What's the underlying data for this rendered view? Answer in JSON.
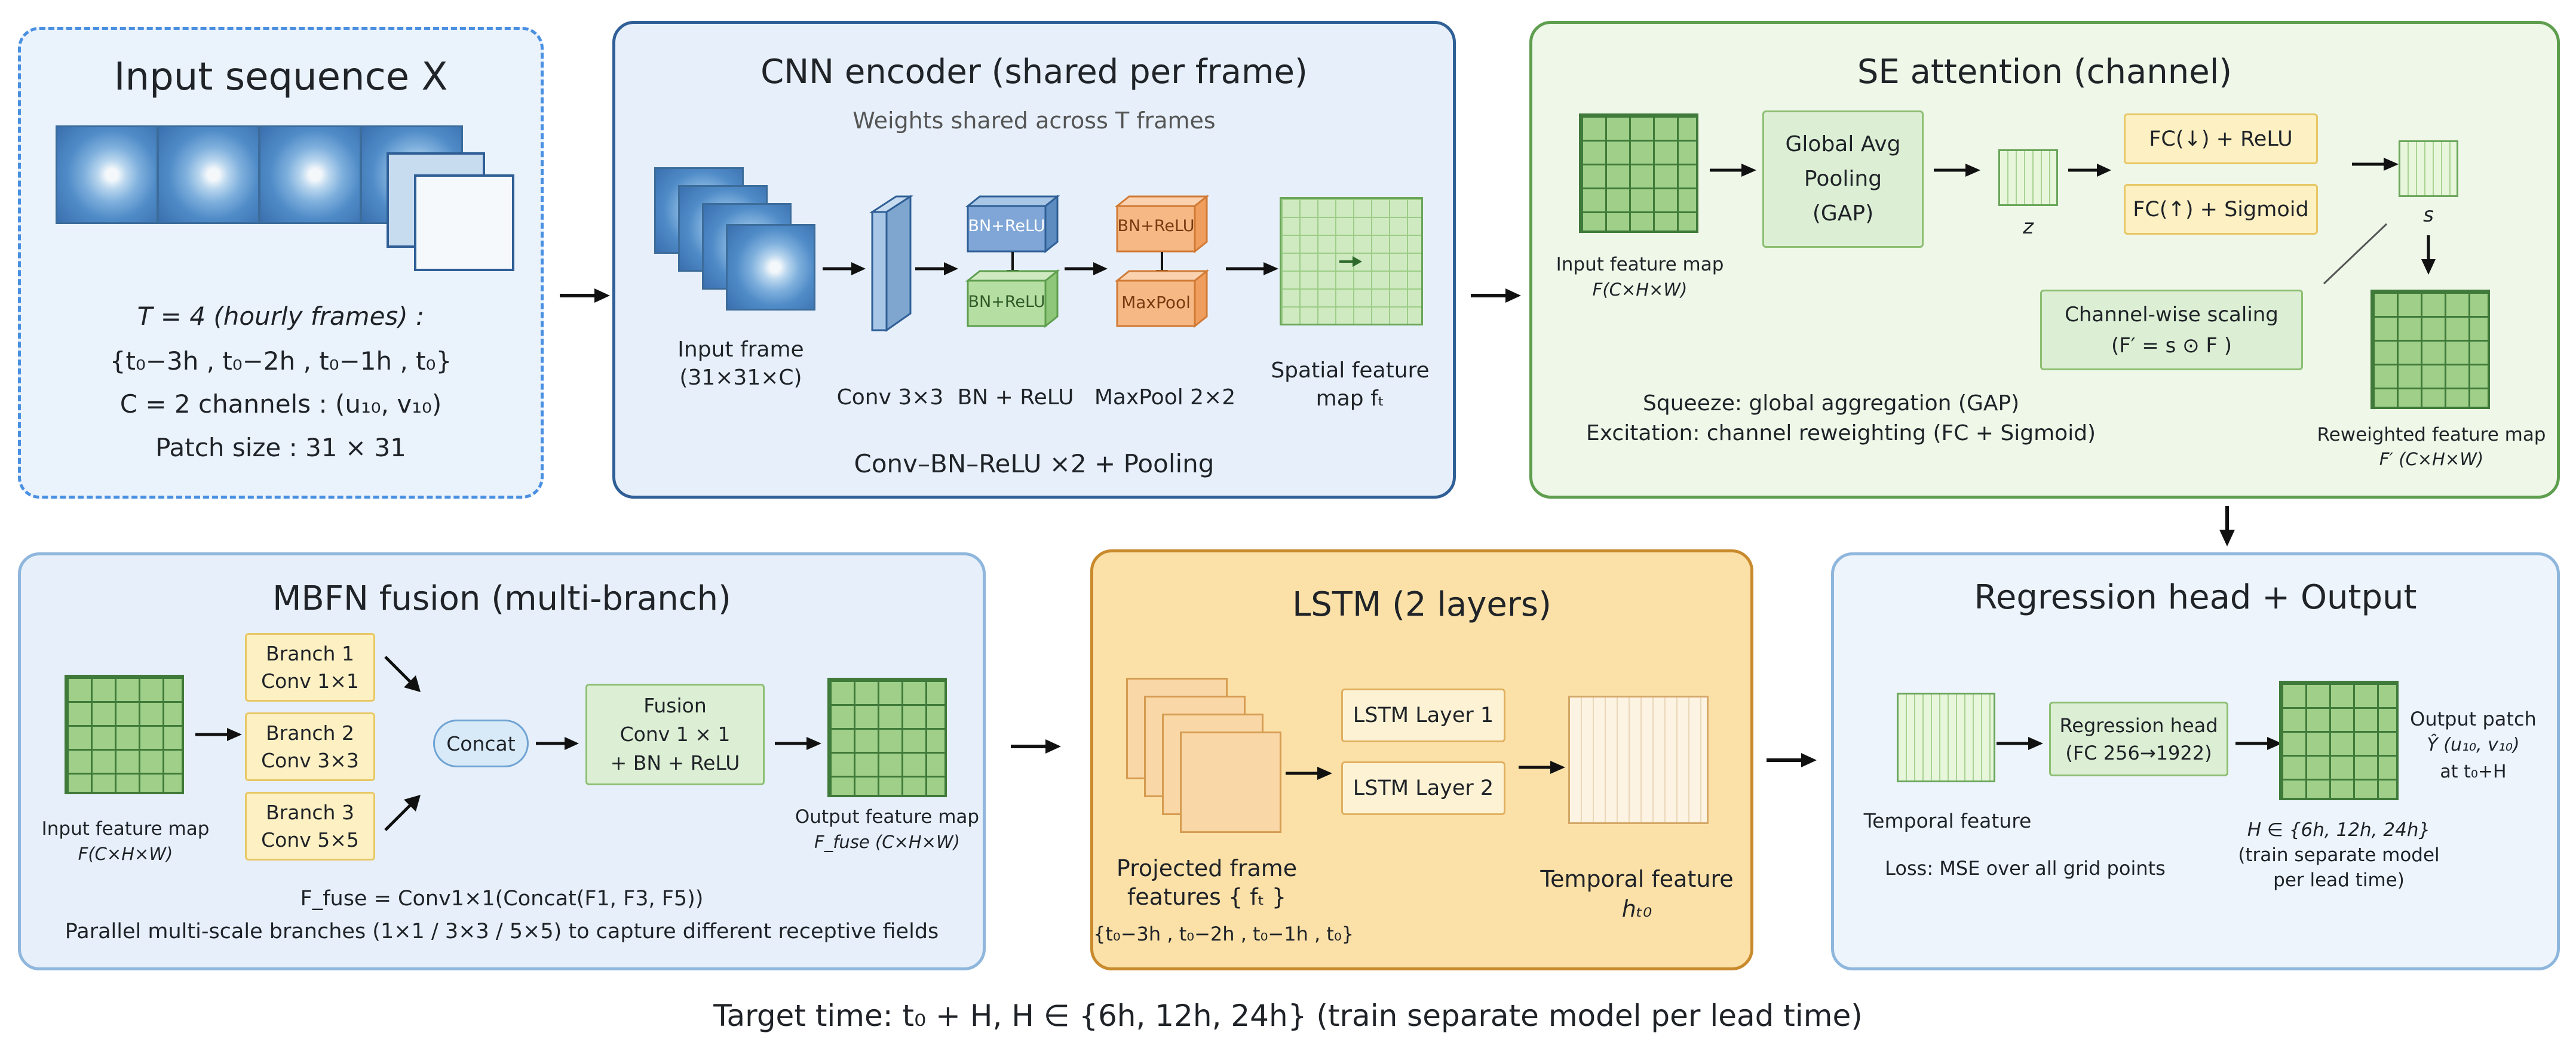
{
  "panels": {
    "input": {
      "title": "Input sequence X",
      "line1": "T = 4 (hourly frames) :",
      "line2": "{t₀−3h , t₀−2h , t₀−1h , t₀}",
      "line3": "C =  2 channels : (u₁₀, v₁₀)",
      "line4": "Patch size : 31 × 31"
    },
    "cnn": {
      "title": "CNN encoder (shared per frame)",
      "subtitle": "Weights shared across T frames",
      "input_frame_label": "Input frame",
      "input_frame_dims": "(31×31×C)",
      "conv_label": "Conv 3×3",
      "bn_relu_top": "BN+ReLU",
      "bn_relu_bottom": "BN+ReLU",
      "bn_relu_label": "BN + ReLU",
      "orange_top": "BN+ReLU",
      "orange_bottom": "MaxPool",
      "maxpool_label": "MaxPool 2×2",
      "spatial_label": "Spatial feature",
      "spatial_label2": "map fₜ",
      "footer": "Conv–BN–ReLU ×2 + Pooling"
    },
    "se": {
      "title": "SE attention (channel)",
      "input_map_label": "Input feature map",
      "input_map_dims": "F(C×H×W)",
      "gap_line1": "Global Avg",
      "gap_line2": "Pooling",
      "gap_line3": "(GAP)",
      "z_label": "z",
      "fc_down": "FC(↓) + ReLU",
      "fc_up": "FC(↑) + Sigmoid",
      "s_label": "s",
      "scaling_line1": "Channel-wise  scaling",
      "scaling_line2": "(F′ = s ⊙ F )",
      "squeeze": "Squeeze: global aggregation (GAP)",
      "excitation": "Excitation: channel reweighting (FC + Sigmoid)",
      "reweighted_label": "Reweighted feature map",
      "reweighted_dims": "F′ (C×H×W)"
    },
    "mbfn": {
      "title": "MBFN fusion (multi-branch)",
      "input_map_label": "Input feature map",
      "input_map_dims": "F(C×H×W)",
      "branches": [
        {
          "line1": "Branch 1",
          "line2": "Conv 1×1"
        },
        {
          "line1": "Branch 2",
          "line2": "Conv 3×3"
        },
        {
          "line1": "Branch 3",
          "line2": "Conv 5×5"
        }
      ],
      "concat": "Concat",
      "fusion_line1": "Fusion",
      "fusion_line2": "Conv 1 × 1",
      "fusion_line3": "+ BN + ReLU",
      "output_map_label": "Output feature map",
      "output_map_dims": "F_fuse (C×H×W)",
      "formula": "F_fuse = Conv1×1(Concat(F1, F3, F5))",
      "footer": "Parallel multi-scale branches (1×1 / 3×3 / 5×5) to capture different receptive fields"
    },
    "lstm": {
      "title": "LSTM (2 layers)",
      "layer1": "LSTM Layer 1",
      "layer2": "LSTM Layer 2",
      "projected_line1": "Projected frame",
      "projected_line2": "features { fₜ }",
      "projected_times": "{t₀−3h , t₀−2h , t₀−1h , t₀}",
      "temporal_line1": "Temporal feature",
      "temporal_line2": "hₜ₀"
    },
    "regression": {
      "title": "Regression head + Output",
      "temporal_label": "Temporal feature",
      "head_line1": "Regression head",
      "head_line2": "(FC 256→1922)",
      "output_line1": "Output patch",
      "output_line2": "Ŷ (u₁₀, v₁₀)",
      "output_line3": "at t₀+H",
      "loss": "Loss: MSE over all grid points",
      "h_line1": "H ∈ {6h, 12h, 24h}",
      "h_line2": "(train separate model",
      "h_line3": "per lead time)"
    }
  },
  "footer": "Target time: t₀ + H,  H ∈ {6h, 12h, 24h}  (train separate model per lead time)",
  "colors": {
    "blue_panel_bg": "#e7f0fa",
    "blue_panel_border": "#2f5f96",
    "green_panel_bg": "#eef7e8",
    "green_panel_border": "#5e9e4e",
    "orange_panel_bg": "#fbe1a8",
    "orange_panel_border": "#c98a2c",
    "light_blue_panel_bg": "#edf4fb",
    "light_blue_panel_border": "#8fb6dc",
    "dashed_border": "#4a90e2"
  }
}
